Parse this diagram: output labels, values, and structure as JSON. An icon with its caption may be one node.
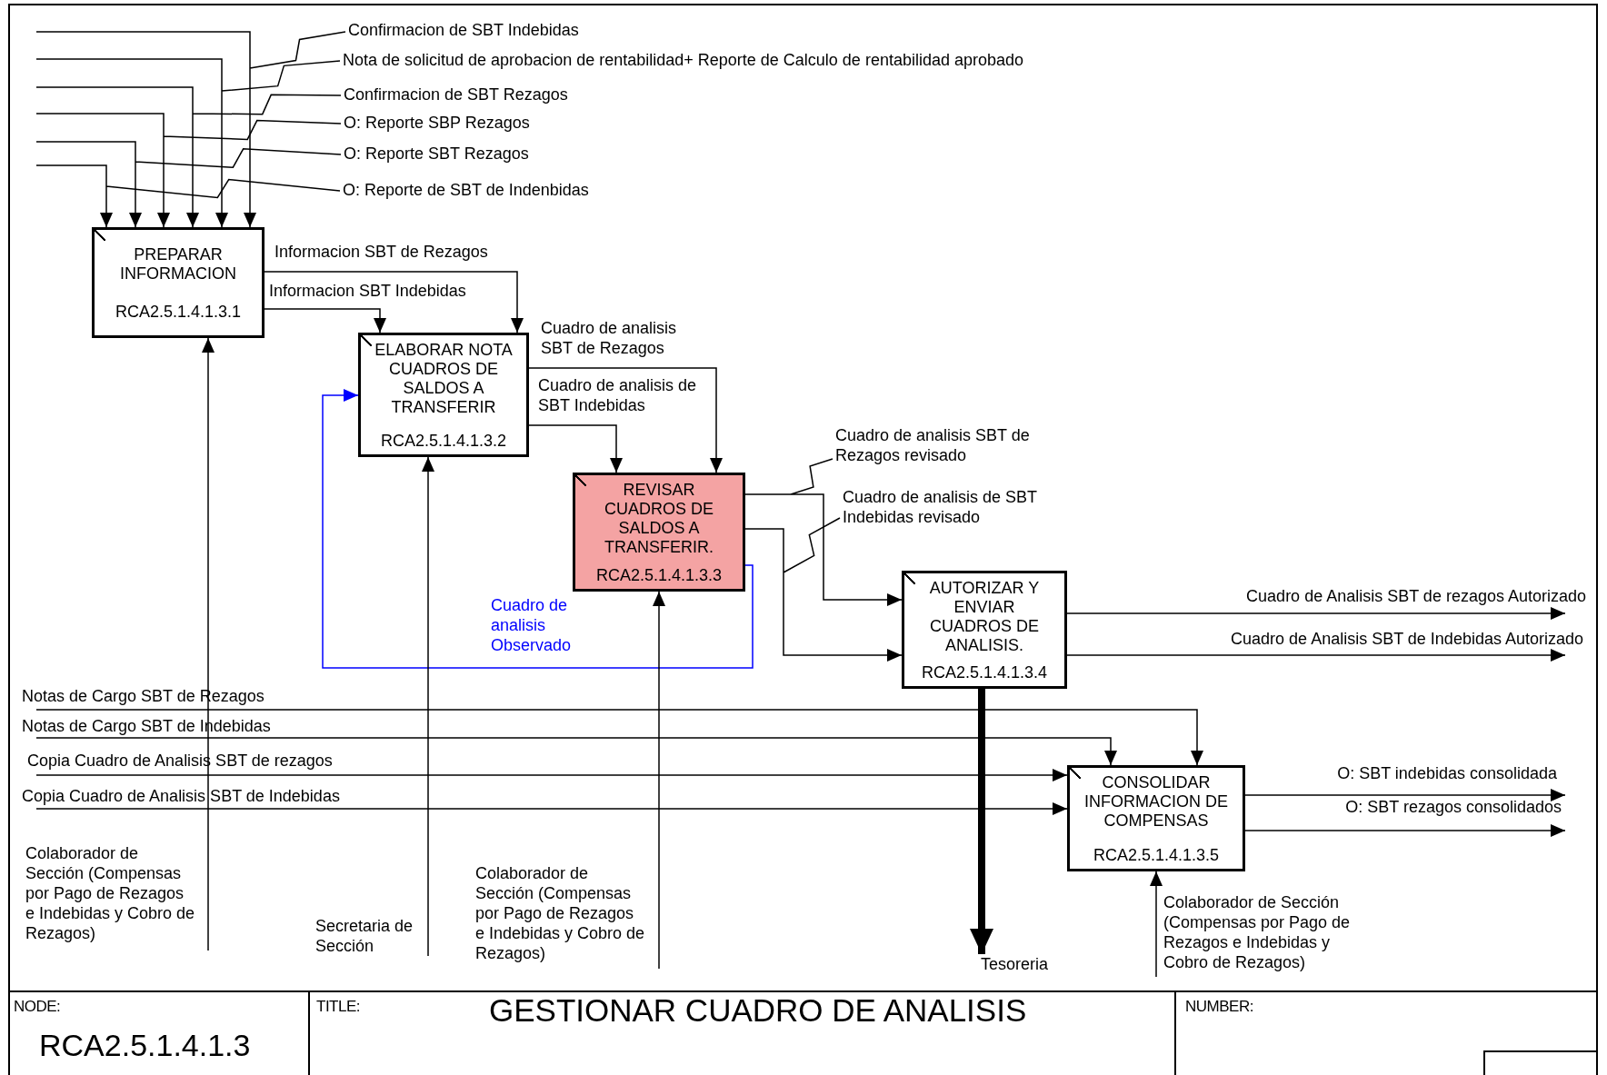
{
  "diagram": {
    "title": "GESTIONAR CUADRO DE ANALISIS",
    "nodes": [
      {
        "text": [
          "PREPARAR INFORMACION",
          "RCA2.5.1.4.1.3.1"
        ]
      },
      {
        "text": [
          "ELABORAR NOTA CUADROS DE SALDOS A TRANSFERIR",
          "RCA2.5.1.4.1.3.2"
        ]
      },
      {
        "text": [
          "REVISAR CUADROS DE SALDOS A TRANSFERIR.",
          "RCA2.5.1.4.1.3.3"
        ]
      },
      {
        "text": [
          "AUTORIZAR Y ENVIAR CUADROS DE ANALISIS.",
          "RCA2.5.1.4.1.3.4"
        ]
      },
      {
        "text": [
          "CONSOLIDAR INFORMACION DE COMPENSAS",
          "RCA2.5.1.4.1.3.5"
        ]
      },
      {
        "text": [
          "Colaborador de Sección (Compensas por Pago de Rezagos e Indebidas y Cobro de Rezagos)"
        ]
      },
      {
        "text": [
          "Secretaria de Sección"
        ]
      },
      {
        "text": [
          "Colaborador de Sección (Compensas por Pago de Rezagos e Indebidas y Cobro de Rezagos)"
        ]
      },
      {
        "text": [
          "Colaborador de Sección (Compensas por Pago de Rezagos e Indebidas y Cobro de Rezagos)"
        ]
      },
      {
        "text": [
          "Tesoreria"
        ]
      }
    ],
    "edges": [
      {
        "from": null,
        "to": 0,
        "arrow": "to",
        "label": "Confirmacion de SBT Indebidas"
      },
      {
        "from": null,
        "to": 0,
        "arrow": "to",
        "label": "Nota de solicitud de aprobacion de rentabilidad+ Reporte de Calculo de rentabilidad aprobado"
      },
      {
        "from": null,
        "to": 0,
        "arrow": "to",
        "label": "Confirmacion de SBT Rezagos"
      },
      {
        "from": null,
        "to": 0,
        "arrow": "to",
        "label": "O: Reporte SBP Rezagos"
      },
      {
        "from": null,
        "to": 0,
        "arrow": "to",
        "label": "O: Reporte SBT Rezagos"
      },
      {
        "from": null,
        "to": 0,
        "arrow": "to",
        "label": "O: Reporte de SBT de Indenbidas"
      },
      {
        "from": 0,
        "to": 1,
        "arrow": "to",
        "label": "Informacion SBT de Rezagos"
      },
      {
        "from": 0,
        "to": 1,
        "arrow": "to",
        "label": "Informacion  SBT Indebidas"
      },
      {
        "from": 1,
        "to": 2,
        "arrow": "to",
        "label": "Cuadro de analisis SBT de Rezagos"
      },
      {
        "from": 1,
        "to": 2,
        "arrow": "to",
        "label": "Cuadro de analisis de SBT Indebidas"
      },
      {
        "from": 2,
        "to": 3,
        "arrow": "to",
        "label": "Cuadro de analisis SBT de Rezagos revisado"
      },
      {
        "from": 2,
        "to": 3,
        "arrow": "to",
        "label": "Cuadro de analisis de SBT Indebidas revisado"
      },
      {
        "from": 2,
        "to": 1,
        "arrow": "to",
        "label": "Cuadro de analisis Observado",
        "color": "#0000ff"
      },
      {
        "from": 3,
        "to": null,
        "arrow": "to",
        "label": "Cuadro de Analisis SBT de rezagos Autorizado"
      },
      {
        "from": 3,
        "to": null,
        "arrow": "to",
        "label": "Cuadro de Analisis SBT de Indebidas Autorizado"
      },
      {
        "from": 3,
        "to": 9,
        "arrow": "to",
        "style": "thick"
      },
      {
        "from": null,
        "to": 4,
        "arrow": "to",
        "label": "Notas de Cargo SBT de Rezagos"
      },
      {
        "from": null,
        "to": 4,
        "arrow": "to",
        "label": "Notas de Cargo SBT de Indebidas"
      },
      {
        "from": null,
        "to": 4,
        "arrow": "to",
        "label": "Copia Cuadro de Analisis SBT de rezagos"
      },
      {
        "from": null,
        "to": 4,
        "arrow": "to",
        "label": "Copia Cuadro de Analisis SBT de Indebidas"
      },
      {
        "from": 4,
        "to": null,
        "arrow": "to",
        "label": "O: SBT indebidas consolidada"
      },
      {
        "from": 4,
        "to": null,
        "arrow": "to",
        "label": "O: SBT rezagos consolidados"
      },
      {
        "from": 5,
        "to": 0,
        "arrow": "to"
      },
      {
        "from": 6,
        "to": 1,
        "arrow": "to"
      },
      {
        "from": 7,
        "to": 2,
        "arrow": "to"
      },
      {
        "from": 8,
        "to": 4,
        "arrow": "to"
      }
    ],
    "labels": [
      "NODE:",
      "RCA2.5.1.4.1.3",
      "TITLE:",
      "NUMBER:"
    ]
  }
}
